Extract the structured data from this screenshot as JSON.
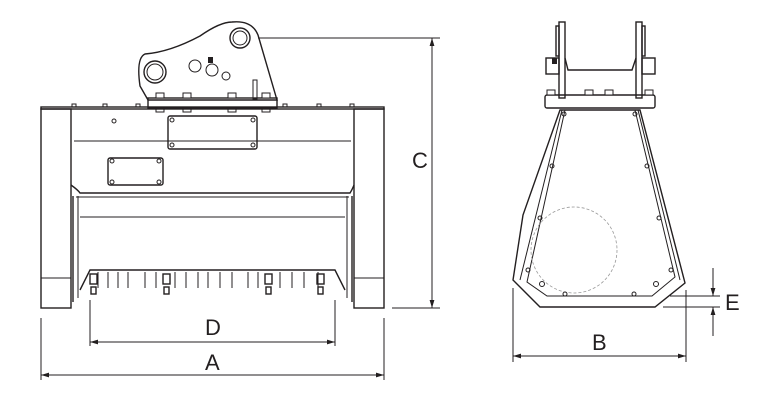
{
  "dimensions": {
    "A": "A",
    "B": "B",
    "C": "C",
    "D": "D",
    "E": "E"
  }
}
